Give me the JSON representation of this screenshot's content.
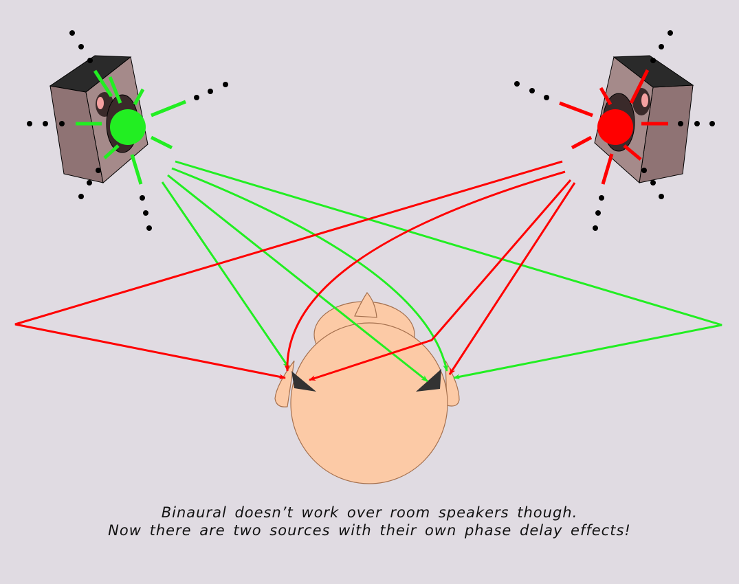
{
  "caption": {
    "line1": "Binaural doesn’t work over room speakers though.",
    "line2": "Now there are two sources with their own phase delay effects!"
  },
  "colors": {
    "background": "#e0dbe2",
    "left_source": "#22ee22",
    "right_source": "#ff0000",
    "skin": "#fccaa6",
    "skin_outline": "#a5704e",
    "speaker_front": "#8f7374",
    "speaker_side": "#a58a8a",
    "speaker_top": "#2a2a2a"
  },
  "icons": {
    "left_speaker": "speaker-icon",
    "right_speaker": "speaker-icon",
    "head": "head-top-view"
  }
}
